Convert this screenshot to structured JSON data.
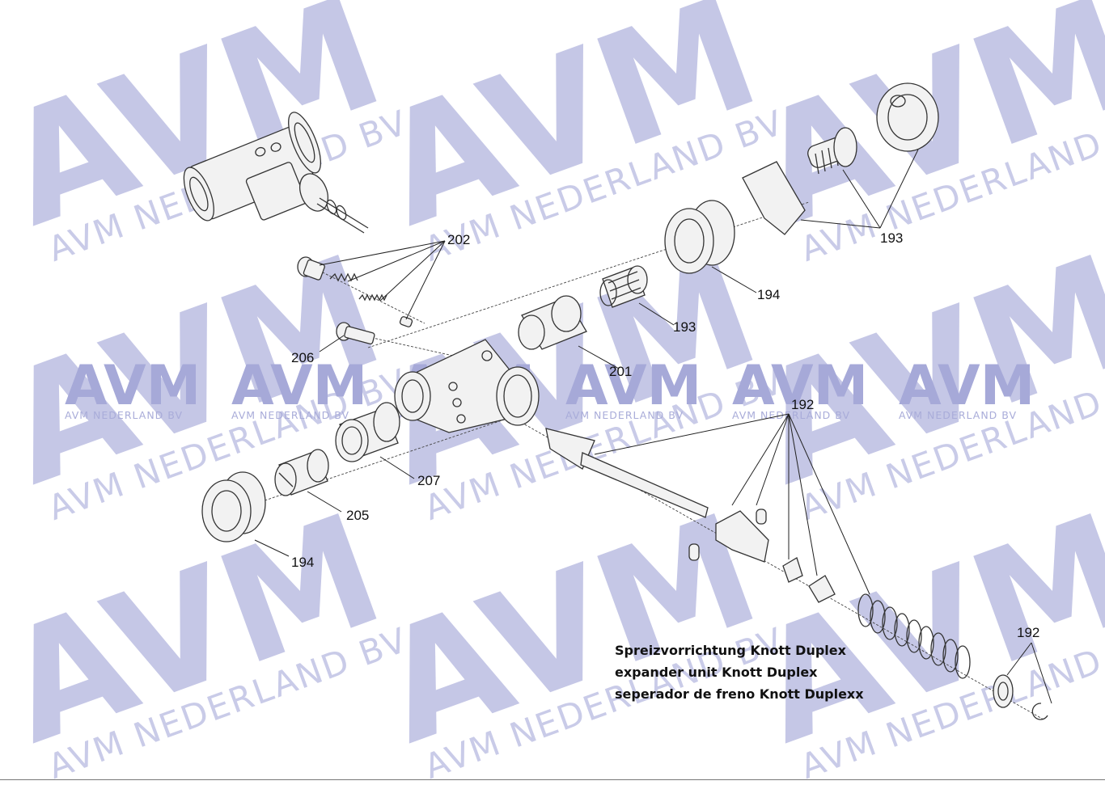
{
  "watermark": {
    "logo_text": "AVM",
    "company_text": "AVM NEDERLAND BV"
  },
  "callouts": {
    "c202": "202",
    "c206": "206",
    "c201": "201",
    "c193_upper": "193",
    "c193_mid": "193",
    "c194_upper": "194",
    "c192_center": "192",
    "c192_right": "192",
    "c207": "207",
    "c205": "205",
    "c194_lower": "194"
  },
  "caption": {
    "german": "Spreizvorrichtung Knott Duplex",
    "english": "expander unit Knott Duplex",
    "spanish": "seperador de freno Knott Duplexx"
  },
  "colors": {
    "watermark_light": "#c5c7e6",
    "watermark_band": "#a6a9d8",
    "line_art": "#333333"
  }
}
